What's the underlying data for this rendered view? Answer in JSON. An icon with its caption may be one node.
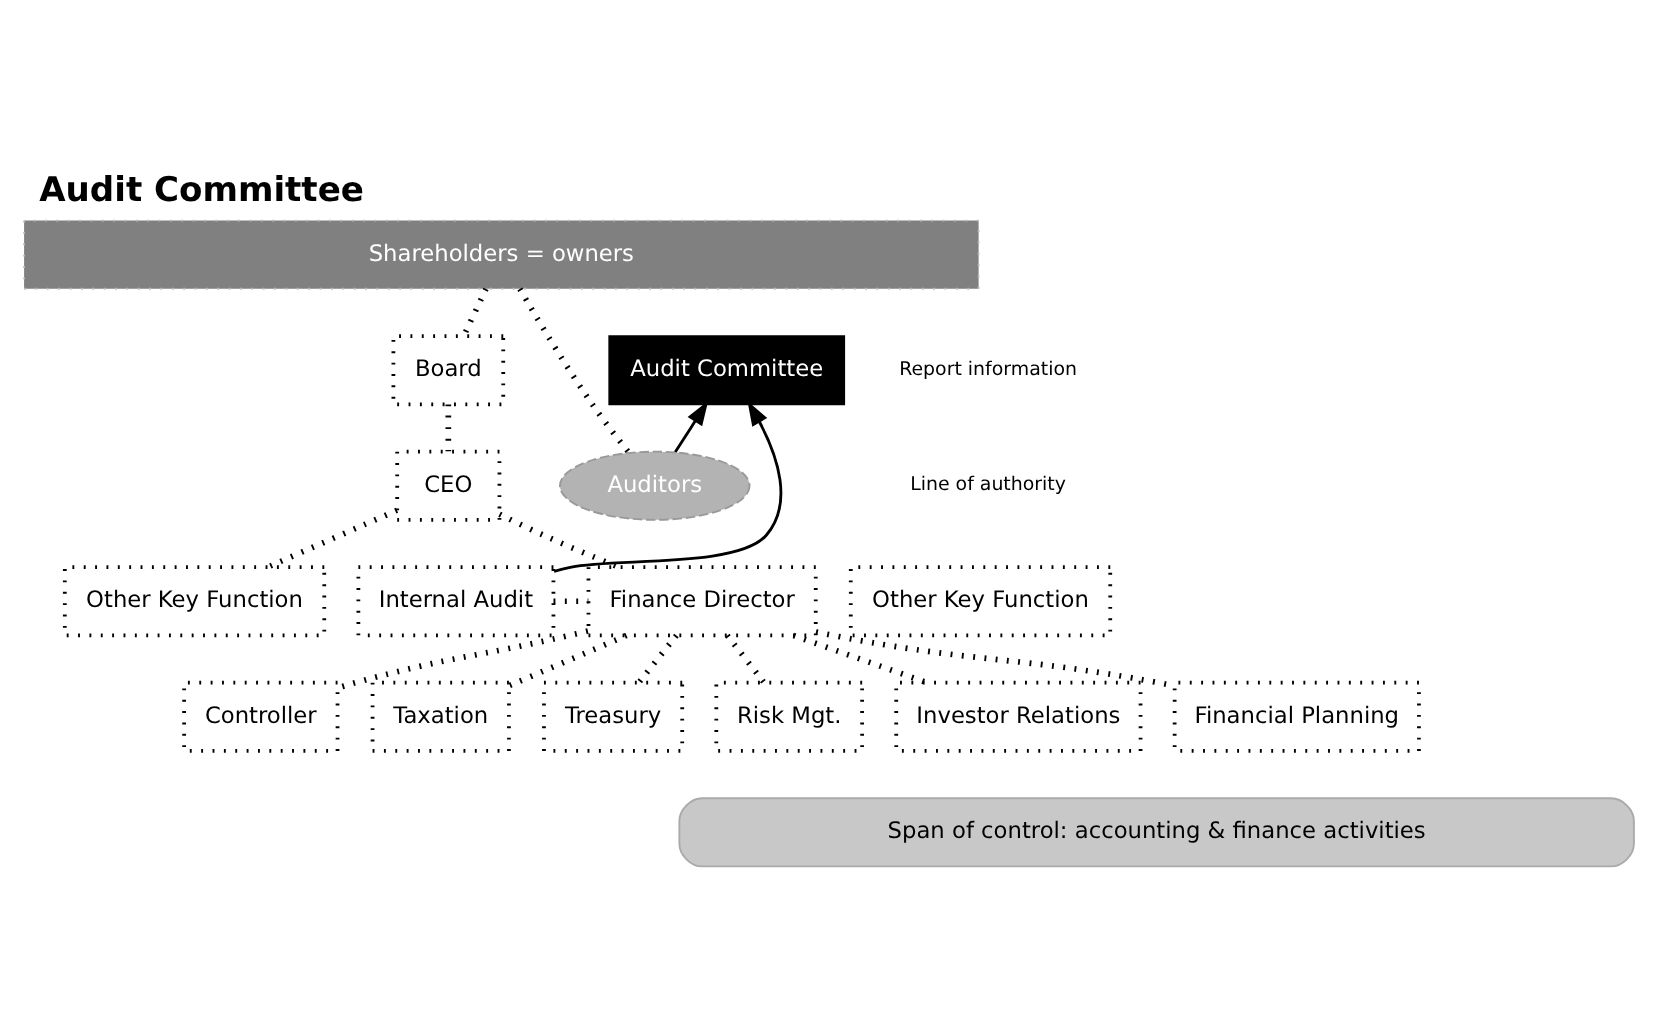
{
  "diagram": {
    "title": "Audit Committee",
    "nodes": [
      {
        "text": [
          "Shareholders = owners"
        ]
      },
      {
        "text": [
          "Audit Committee"
        ]
      },
      {
        "text": [
          "Board"
        ]
      },
      {
        "text": [
          "Auditors"
        ]
      },
      {
        "text": [
          "CEO"
        ]
      },
      {
        "text": [
          "Internal Audit"
        ]
      },
      {
        "text": [
          "Finance Director"
        ]
      },
      {
        "text": [
          "Other Key Function"
        ]
      },
      {
        "text": [
          "Other Key Function"
        ]
      },
      {
        "text": [
          "Controller"
        ]
      },
      {
        "text": [
          "Taxation"
        ]
      },
      {
        "text": [
          "Treasury"
        ]
      },
      {
        "text": [
          "Risk Mgt."
        ]
      },
      {
        "text": [
          "Investor Relations"
        ]
      },
      {
        "text": [
          "Financial Planning"
        ]
      },
      {
        "text": [
          "Span of control: accounting & finance activities"
        ]
      }
    ],
    "edges": [
      {
        "from": 0,
        "to": 3,
        "arrow": "none",
        "style": "dashed"
      },
      {
        "from": 0,
        "to": 2,
        "arrow": "none",
        "style": "dashed"
      },
      {
        "from": 3,
        "to": 1,
        "arrow": "to"
      },
      {
        "from": 5,
        "to": 1,
        "arrow": "to"
      },
      {
        "from": 2,
        "to": 4,
        "arrow": "none",
        "style": "dashed"
      },
      {
        "from": 4,
        "to": 6,
        "arrow": "none",
        "style": "dashed"
      },
      {
        "from": 4,
        "to": 8,
        "arrow": "none",
        "style": "dashed"
      },
      {
        "from": 5,
        "to": 6,
        "arrow": "none",
        "style": "dashed"
      },
      {
        "from": 6,
        "to": 9,
        "arrow": "none",
        "style": "dashed"
      },
      {
        "from": 6,
        "to": 10,
        "arrow": "none",
        "style": "dashed"
      },
      {
        "from": 6,
        "to": 11,
        "arrow": "none",
        "style": "dashed"
      },
      {
        "from": 6,
        "to": 12,
        "arrow": "none",
        "style": "dashed"
      },
      {
        "from": 6,
        "to": 13,
        "arrow": "none",
        "style": "dashed"
      },
      {
        "from": 6,
        "to": 14,
        "arrow": "none",
        "style": "dashed"
      }
    ],
    "legend": [
      {
        "text": "Report information"
      },
      {
        "text": "Line of authority"
      }
    ]
  }
}
